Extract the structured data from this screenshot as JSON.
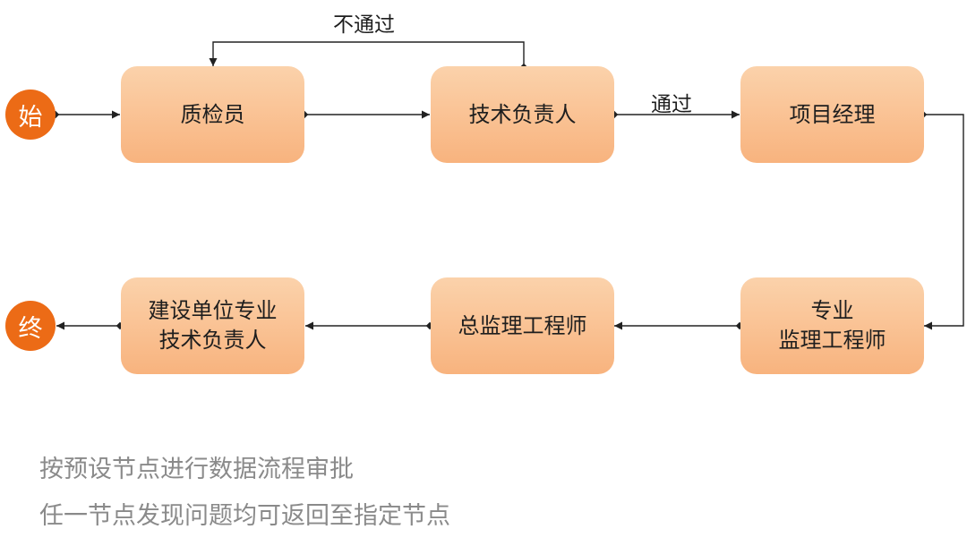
{
  "start_label": "始",
  "end_label": "终",
  "nodes": {
    "quality_inspector": "质检员",
    "tech_lead": "技术负责人",
    "project_manager": "项目经理",
    "specialist_supervisor_line1": "专业",
    "specialist_supervisor_line2": "监理工程师",
    "chief_supervisor": "总监理工程师",
    "owner_tech_lead_line1": "建设单位专业",
    "owner_tech_lead_line2": "技术负责人"
  },
  "edge_labels": {
    "reject": "不通过",
    "pass": "通过"
  },
  "notes": [
    "按预设节点进行数据流程审批",
    "任一节点发现问题均可返回至指定节点"
  ],
  "colors": {
    "terminal": "#ec6b16",
    "node_top": "#fbd2ab",
    "node_bottom": "#f8b37e",
    "line": "#222222",
    "note_text": "#8a8a8a"
  }
}
